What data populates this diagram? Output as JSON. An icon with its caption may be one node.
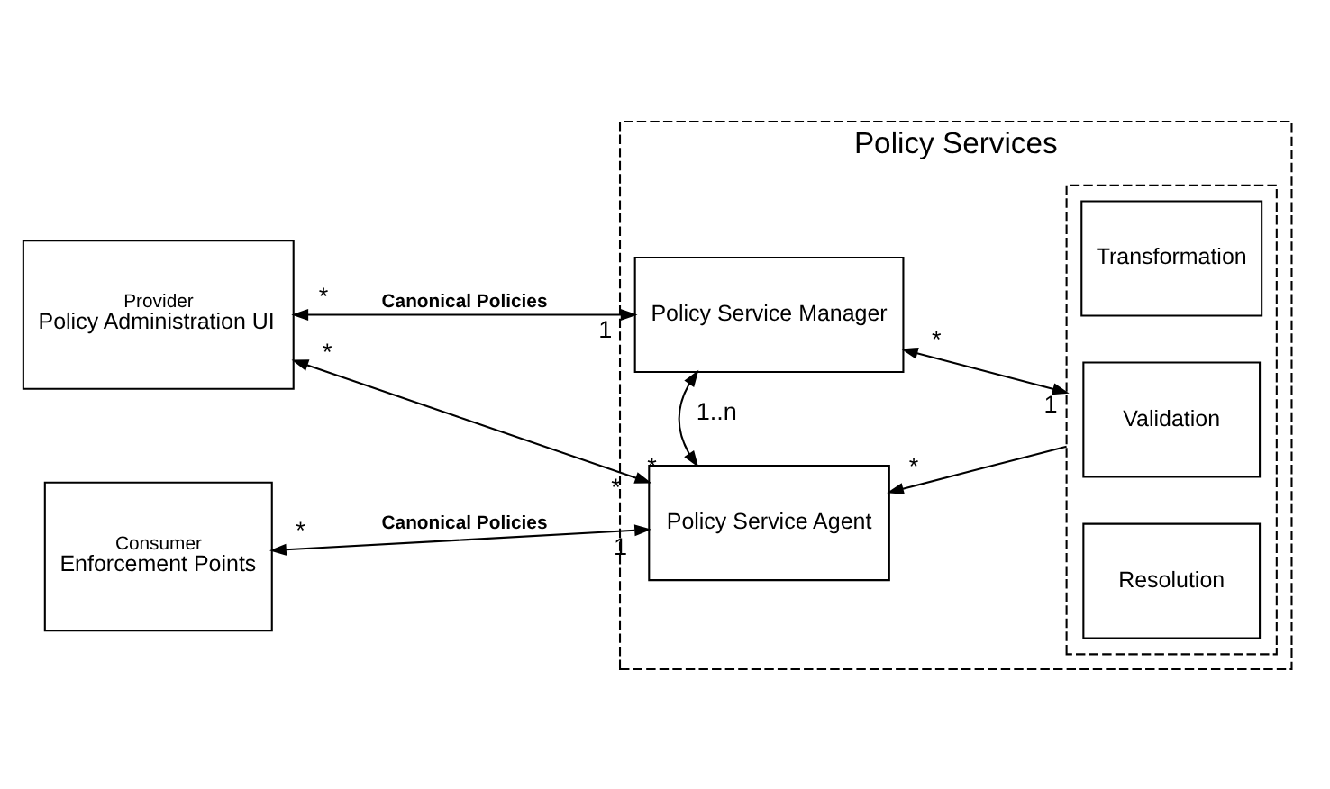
{
  "diagram": {
    "nodes": [
      {
        "text": [
          "Policy Services"
        ]
      },
      {
        "text": [
          "Provider",
          "Policy Administration UI"
        ]
      },
      {
        "text": [
          "Policy Service Manager"
        ],
        "in": 0
      },
      {
        "text": [
          "Consumer",
          "Enforcement Points"
        ]
      },
      {
        "text": [
          "Policy Service Agent"
        ],
        "in": 0
      },
      {
        "text": [],
        "shape": "box",
        "in": 0
      },
      {
        "text": [
          "Transformation"
        ],
        "in": 5
      },
      {
        "text": [
          "Validation"
        ],
        "in": 5
      },
      {
        "text": [
          "Resolution"
        ],
        "in": 5
      }
    ],
    "edges": [
      {
        "from": 1,
        "to": 2,
        "arrow": "both",
        "label": "Canonical Policies"
      },
      {
        "from": 1,
        "to": 4,
        "arrow": "both"
      },
      {
        "from": 2,
        "to": 4,
        "arrow": "both"
      },
      {
        "from": 2,
        "to": 5,
        "arrow": "both"
      },
      {
        "from": 5,
        "to": 4,
        "arrow": "to"
      },
      {
        "from": 3,
        "to": 4,
        "arrow": "both",
        "label": "Canonical Policies"
      }
    ],
    "labels": [
      "*",
      "1",
      "*",
      "*",
      "1..n",
      "1",
      "*",
      "*",
      "*",
      "*",
      "1"
    ]
  }
}
